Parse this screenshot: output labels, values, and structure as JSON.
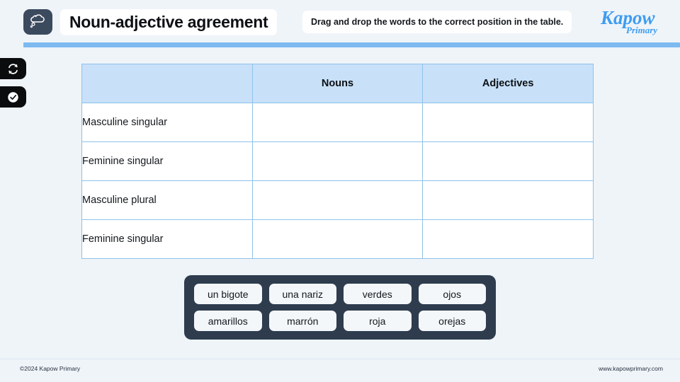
{
  "header": {
    "title": "Noun-adjective agreement",
    "instruction": "Drag and drop the words to the correct position in the table.",
    "brand_name": "Kapow",
    "brand_sub": "Primary",
    "logo_icon": "thought-bubble-icon",
    "accent_color": "#7cbaf0",
    "brand_color": "#3e9cf0"
  },
  "tools": [
    {
      "name": "reset-button",
      "icon": "refresh-icon"
    },
    {
      "name": "check-answers-button",
      "icon": "check-circle-icon"
    }
  ],
  "table": {
    "headers": [
      "",
      "Nouns",
      "Adjectives"
    ],
    "rows": [
      {
        "label": "Masculine singular",
        "noun": "",
        "adjective": ""
      },
      {
        "label": "Feminine singular",
        "noun": "",
        "adjective": ""
      },
      {
        "label": "Masculine plural",
        "noun": "",
        "adjective": ""
      },
      {
        "label": "Feminine singular",
        "noun": "",
        "adjective": ""
      }
    ],
    "header_fill": "#c8e1f9",
    "border_color": "#8ec2ea"
  },
  "word_bank": {
    "panel_color": "#2e3c4e",
    "chip_color": "#f4f7fa",
    "rows": [
      [
        "un bigote",
        "una nariz",
        "verdes",
        "ojos"
      ],
      [
        "amarillos",
        "marrón",
        "roja",
        "orejas"
      ]
    ]
  },
  "footer": {
    "copyright": "©2024 Kapow Primary",
    "website": "www.kapowprimary.com"
  }
}
